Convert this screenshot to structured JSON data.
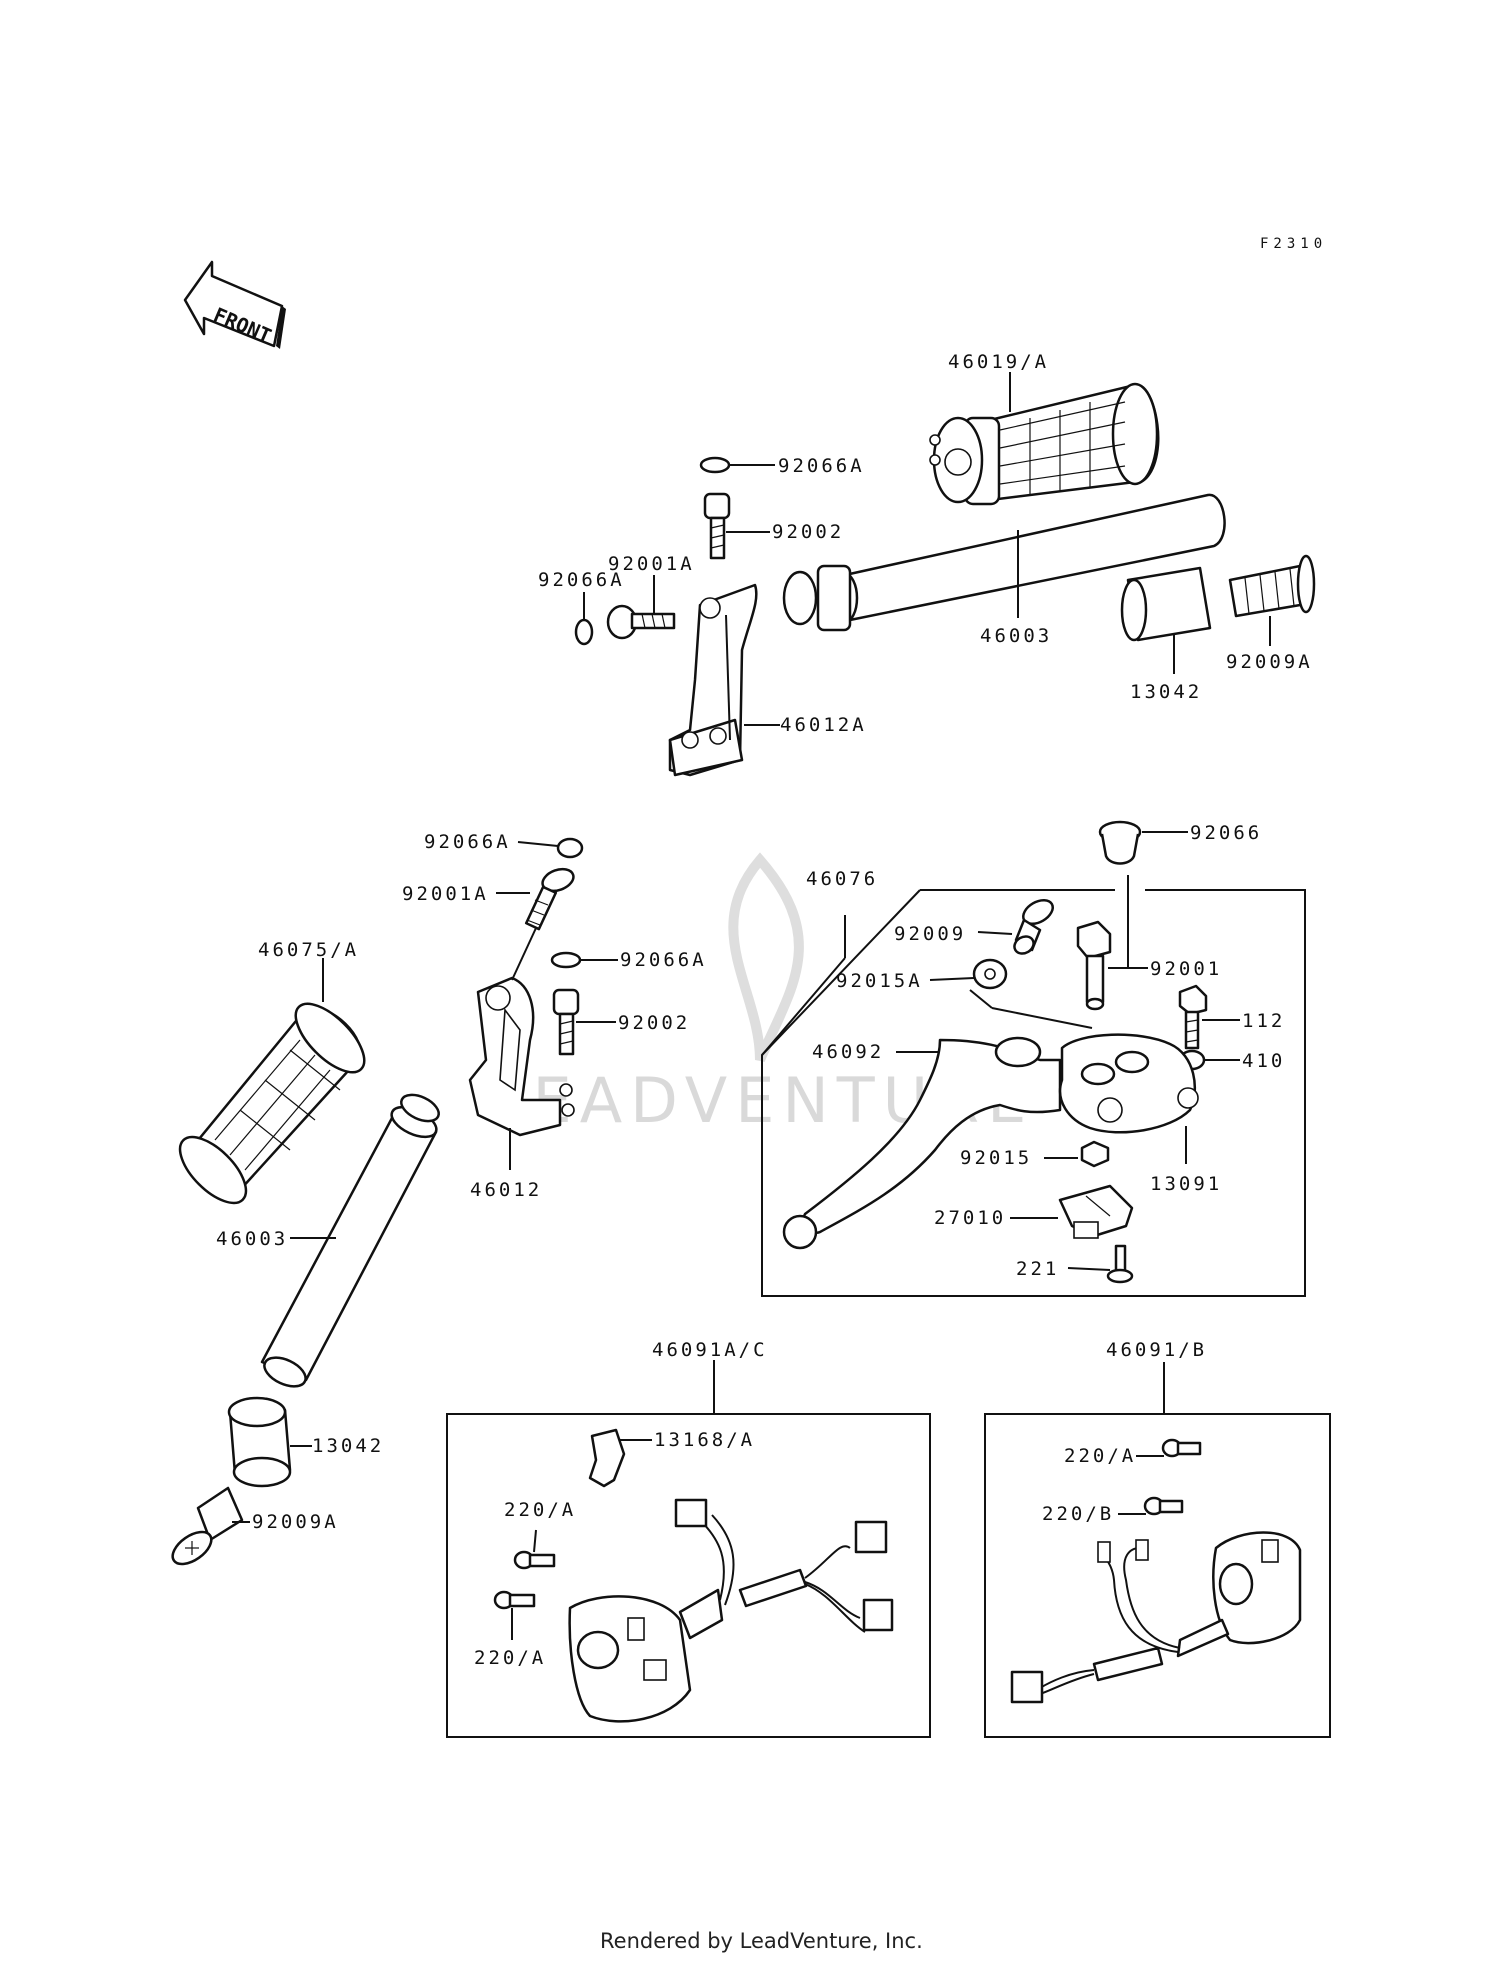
{
  "figure_code": "F2310",
  "front_arrow_label": "FRONT",
  "watermark": "LEADVENTURE",
  "footer": "Rendered by LeadVenture, Inc.",
  "labels": {
    "p46019A": "46019/A",
    "p92066A_1": "92066A",
    "p92002_1": "92002",
    "p92001A_1": "92001A",
    "p92066A_2": "92066A",
    "p46003_1": "46003",
    "p13042_1": "13042",
    "p92009A_1": "92009A",
    "p46012A": "46012A",
    "p92066A_3": "92066A",
    "p92001A_2": "92001A",
    "p92066A_4": "92066A",
    "p92002_2": "92002",
    "p46012": "46012",
    "p46075A": "46075/A",
    "p46003_2": "46003",
    "p13042_2": "13042",
    "p92009A_2": "92009A",
    "p92066": "92066",
    "p46076": "46076",
    "p92009": "92009",
    "p92015A": "92015A",
    "p92001": "92001",
    "p112": "112",
    "p410": "410",
    "p46092": "46092",
    "p92015": "92015",
    "p13091": "13091",
    "p27010": "27010",
    "p221": "221",
    "p46091AC": "46091A/C",
    "p13168A": "13168/A",
    "p220A_1": "220/A",
    "p220A_2": "220/A",
    "p46091B": "46091/B",
    "p220A_3": "220/A",
    "p220B": "220/B"
  }
}
